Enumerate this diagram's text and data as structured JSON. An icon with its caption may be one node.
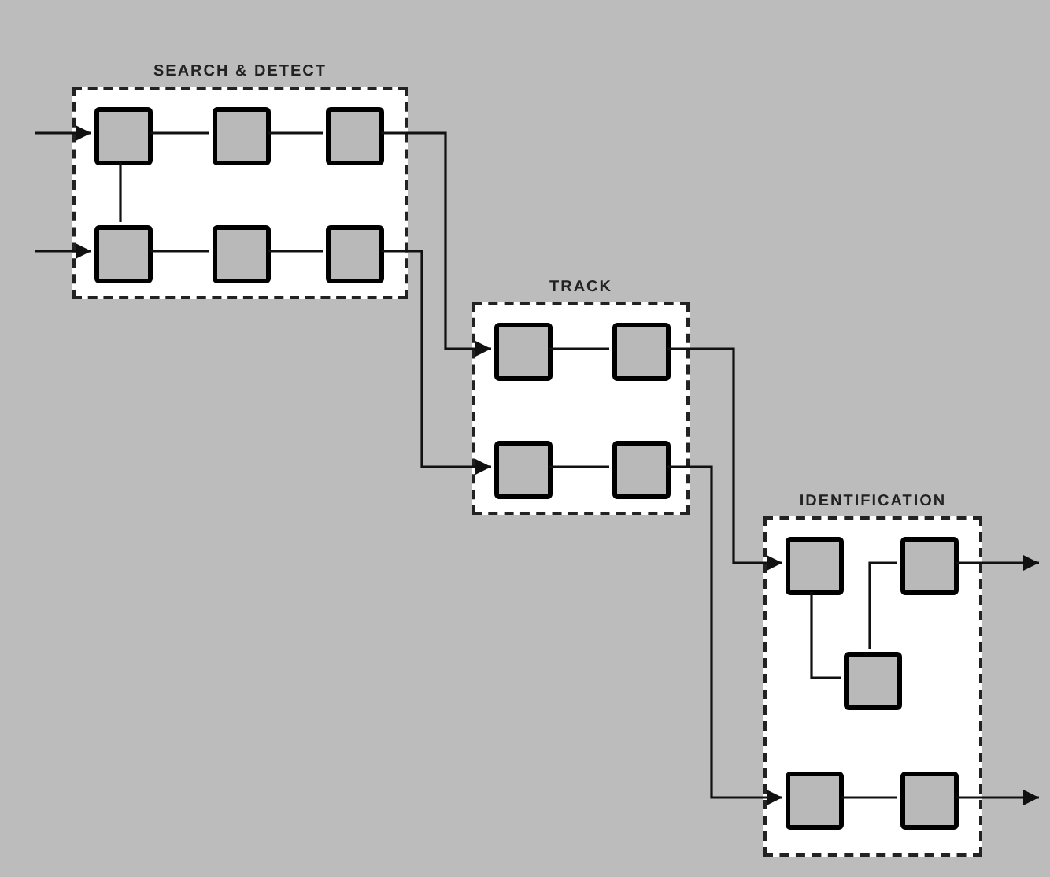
{
  "diagram": {
    "nodes": [
      {
        "text": [
          "SEARCH & DETECT"
        ]
      },
      {
        "text": [],
        "shape": "box",
        "in": 0
      },
      {
        "text": [],
        "shape": "box",
        "in": 0
      },
      {
        "text": [],
        "shape": "box",
        "in": 0
      },
      {
        "text": [],
        "shape": "box",
        "in": 0
      },
      {
        "text": [],
        "shape": "box",
        "in": 0
      },
      {
        "text": [],
        "shape": "box",
        "in": 0
      },
      {
        "text": [
          "TRACK"
        ]
      },
      {
        "text": [],
        "shape": "box",
        "in": 7
      },
      {
        "text": [],
        "shape": "box",
        "in": 7
      },
      {
        "text": [],
        "shape": "box",
        "in": 7
      },
      {
        "text": [],
        "shape": "box",
        "in": 7
      },
      {
        "text": [
          "IDENTIFICATION"
        ]
      },
      {
        "text": [],
        "shape": "box",
        "in": 12
      },
      {
        "text": [],
        "shape": "box",
        "in": 12
      },
      {
        "text": [],
        "shape": "box",
        "in": 12
      },
      {
        "text": [],
        "shape": "box",
        "in": 12
      },
      {
        "text": [],
        "shape": "box",
        "in": 12
      }
    ],
    "edges": [
      {
        "from": null,
        "to": 1,
        "arrow": "to"
      },
      {
        "from": null,
        "to": 4,
        "arrow": "to"
      },
      {
        "from": 1,
        "to": 2,
        "arrow": "none"
      },
      {
        "from": 2,
        "to": 3,
        "arrow": "none"
      },
      {
        "from": 1,
        "to": 4,
        "arrow": "none"
      },
      {
        "from": 4,
        "to": 5,
        "arrow": "none"
      },
      {
        "from": 5,
        "to": 6,
        "arrow": "none"
      },
      {
        "from": 3,
        "to": 8,
        "arrow": "to"
      },
      {
        "from": 6,
        "to": 10,
        "arrow": "to"
      },
      {
        "from": 8,
        "to": 9,
        "arrow": "none"
      },
      {
        "from": 10,
        "to": 11,
        "arrow": "none"
      },
      {
        "from": 9,
        "to": 13,
        "arrow": "to"
      },
      {
        "from": 11,
        "to": 16,
        "arrow": "to"
      },
      {
        "from": 13,
        "to": 15,
        "arrow": "none"
      },
      {
        "from": 15,
        "to": 14,
        "arrow": "none"
      },
      {
        "from": 16,
        "to": 17,
        "arrow": "none"
      },
      {
        "from": 14,
        "to": null,
        "arrow": "to"
      },
      {
        "from": 17,
        "to": null,
        "arrow": "to"
      }
    ]
  }
}
